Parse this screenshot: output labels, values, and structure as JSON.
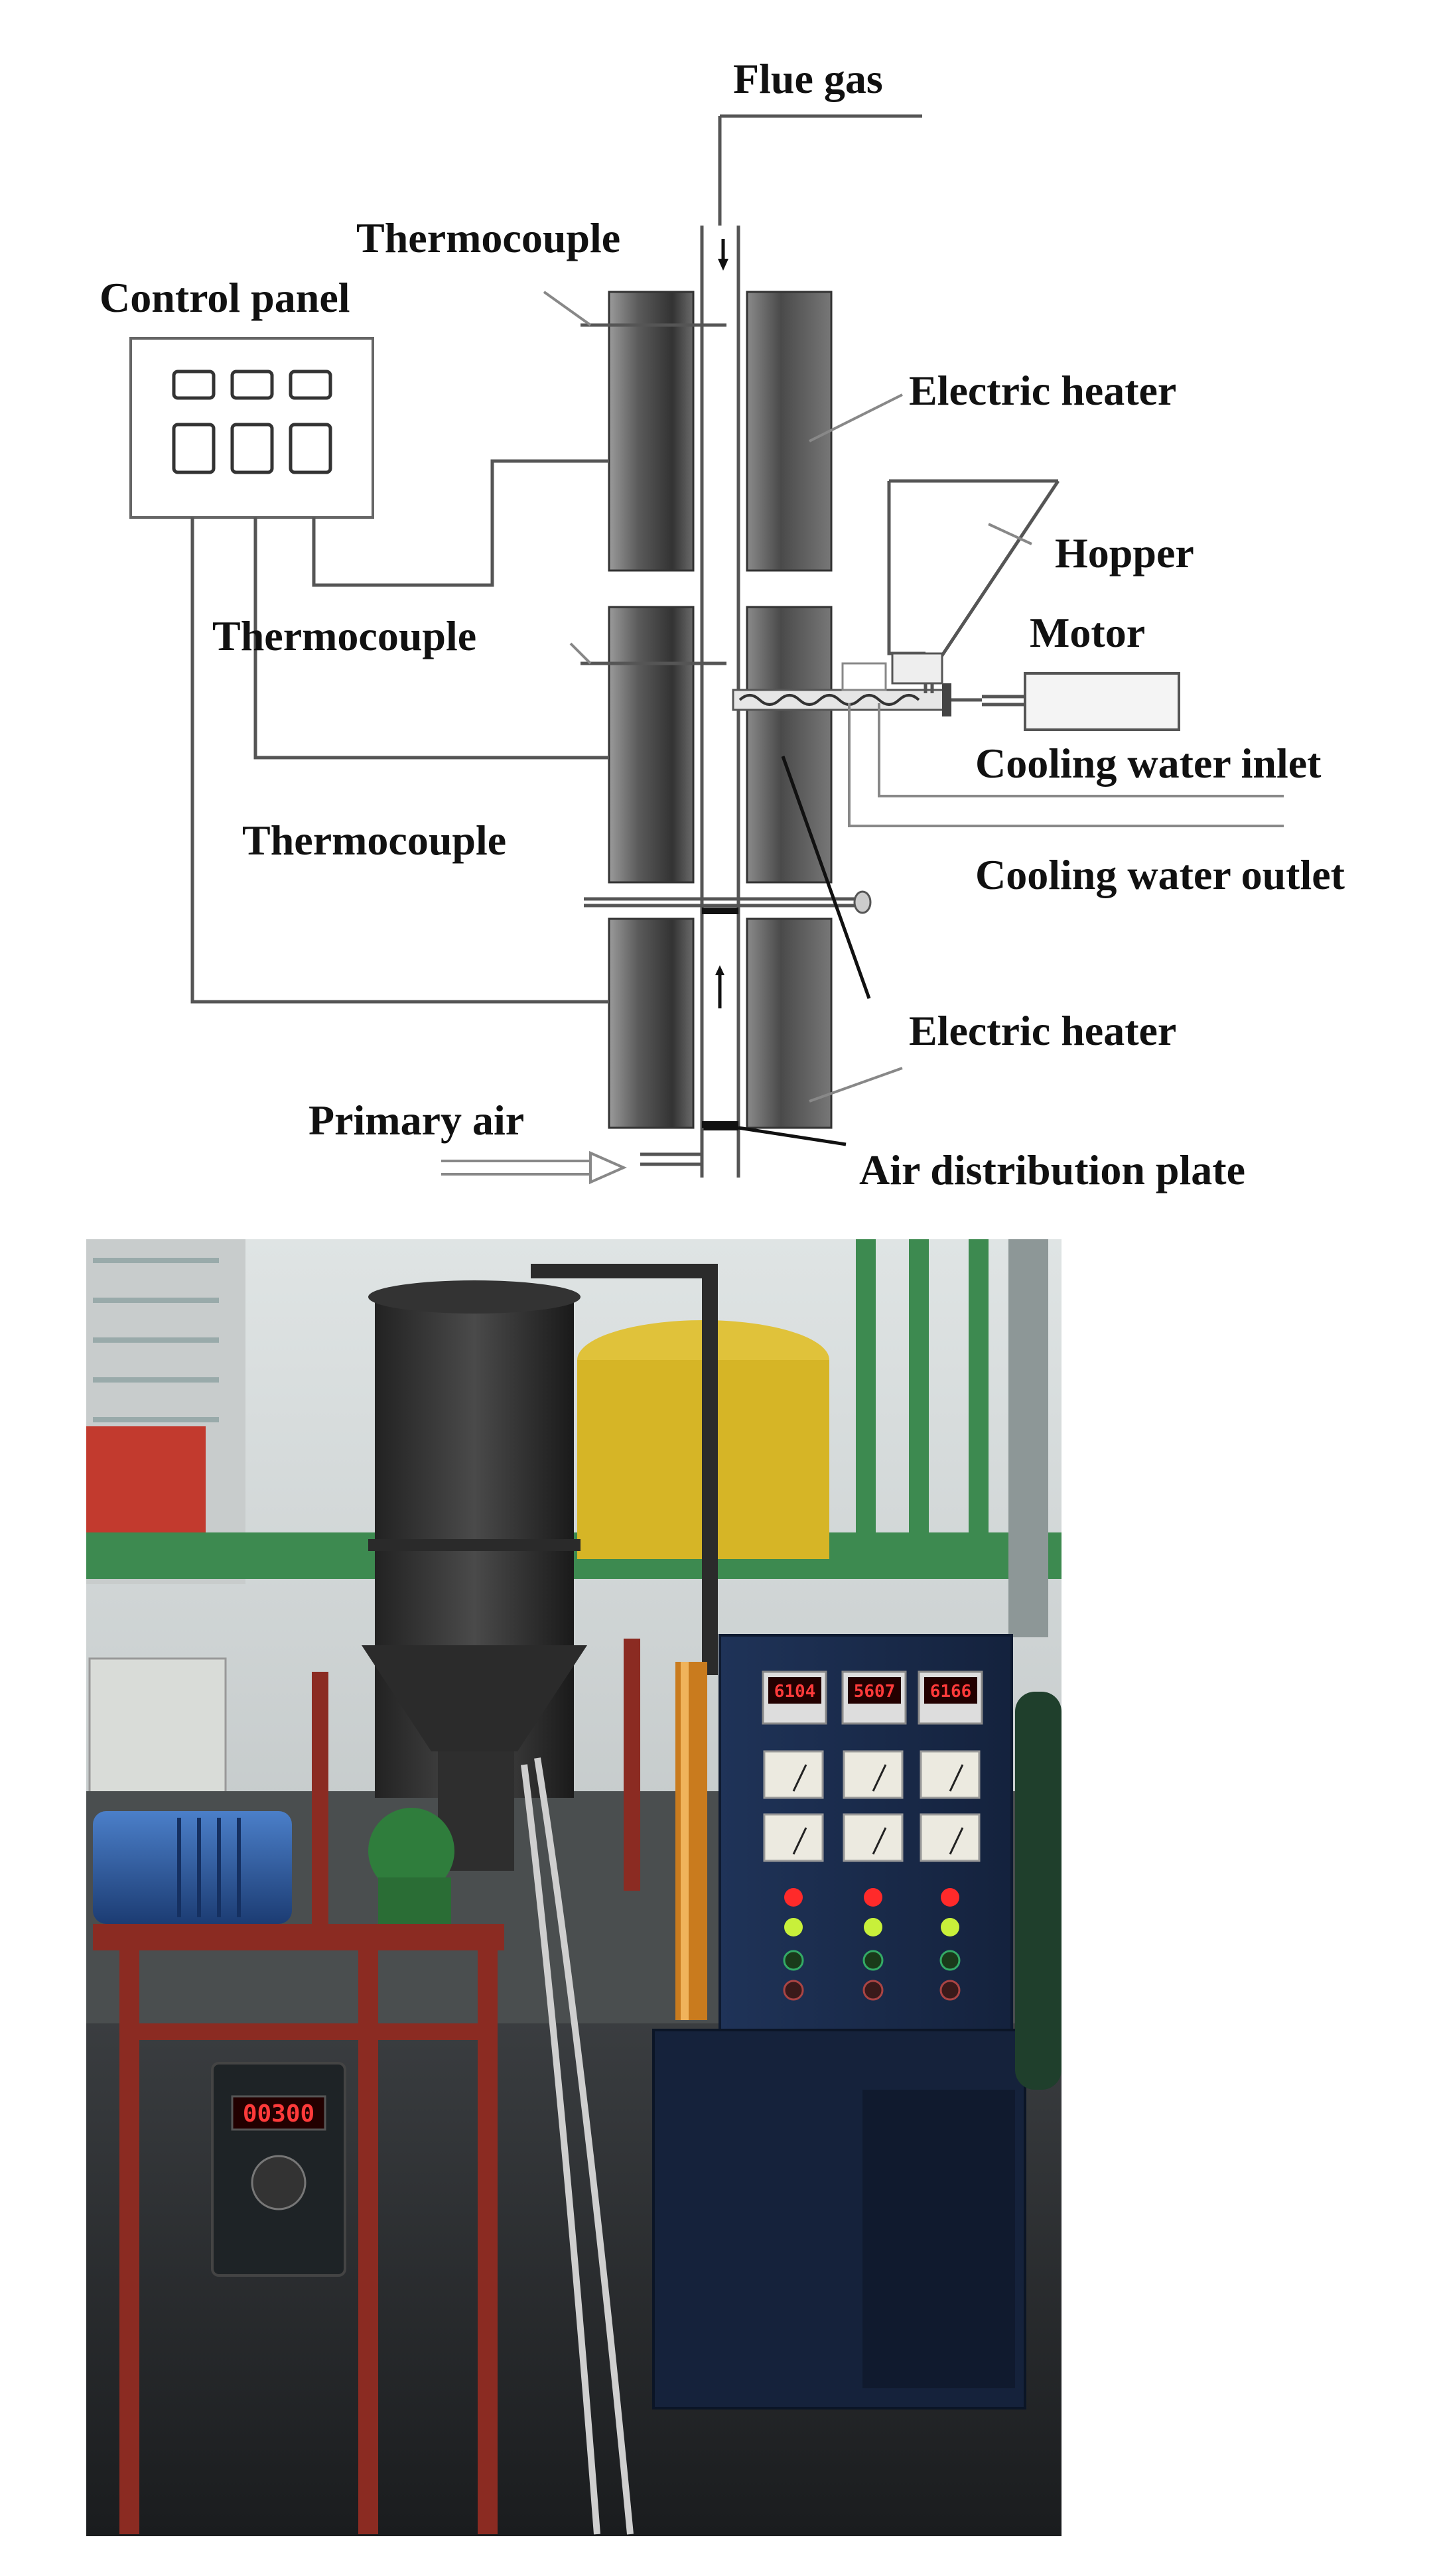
{
  "diagram": {
    "labels": {
      "flue_gas": "Flue gas",
      "thermocouple_top": "Thermocouple",
      "control_panel": "Control panel",
      "electric_heater_top": "Electric heater",
      "hopper": "Hopper",
      "thermocouple_middle": "Thermocouple",
      "motor": "Motor",
      "cooling_water_inlet": "Cooling water inlet",
      "thermocouple_bottom": "Thermocouple",
      "cooling_water_outlet": "Cooling water outlet",
      "electric_heater_bottom": "Electric heater",
      "primary_air": "Primary air",
      "air_distribution_plate": "Air distribution plate"
    }
  },
  "photo": {
    "controller_display_1": "6104",
    "controller_display_2": "5607",
    "controller_display_3": "6166",
    "inverter_display": "00300"
  }
}
